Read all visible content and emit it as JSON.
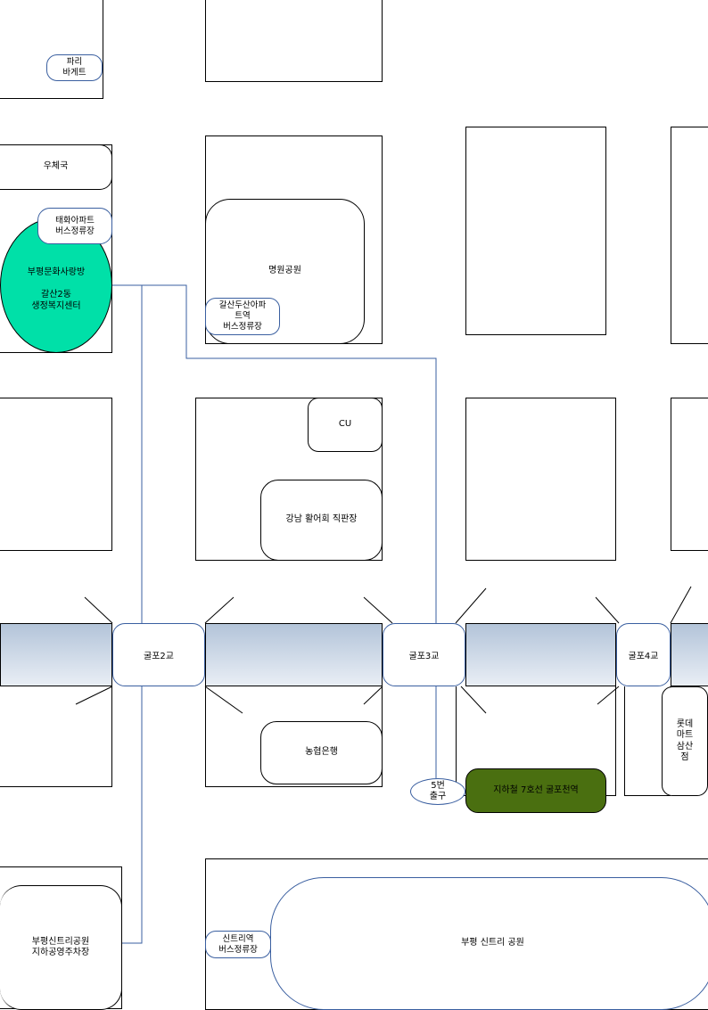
{
  "places": {
    "paris_baguette": "파리\n바게트",
    "post_office": "우체국",
    "taehwa_bus": "태화아파트\n버스정류장",
    "welfare_center": "부평문화사랑방\n\n갈산2동\n생정복지센터",
    "myeongwon_park": "명원공원",
    "galsan_doosan_bus": "갈산두산아파\n트역\n버스정류장",
    "cu": "CU",
    "gangnam_sashimi": "강남 활어회 직판장",
    "nonghyup": "농협은행",
    "exit5": "5번\n출구",
    "subway_station": "지하철 7호선 굴포천역",
    "lotte_mart": "롯데\n마트\n삼산\n점",
    "sintri_parking": "부평신트리공원\n지하공영주차장",
    "sintri_bus": "신트리역\n버스정류장",
    "sintri_park": "부평 신트리 공원"
  },
  "bridges": {
    "gulpo2": "굴포2교",
    "gulpo3": "굴포3교",
    "gulpo4": "굴포4교"
  },
  "colors": {
    "welfare_center": "#00e0a8",
    "subway_station": "#4a6f10",
    "route": "#3a5fa0",
    "river_top": "#b3c4d9",
    "river_bottom": "#e9eef5"
  }
}
